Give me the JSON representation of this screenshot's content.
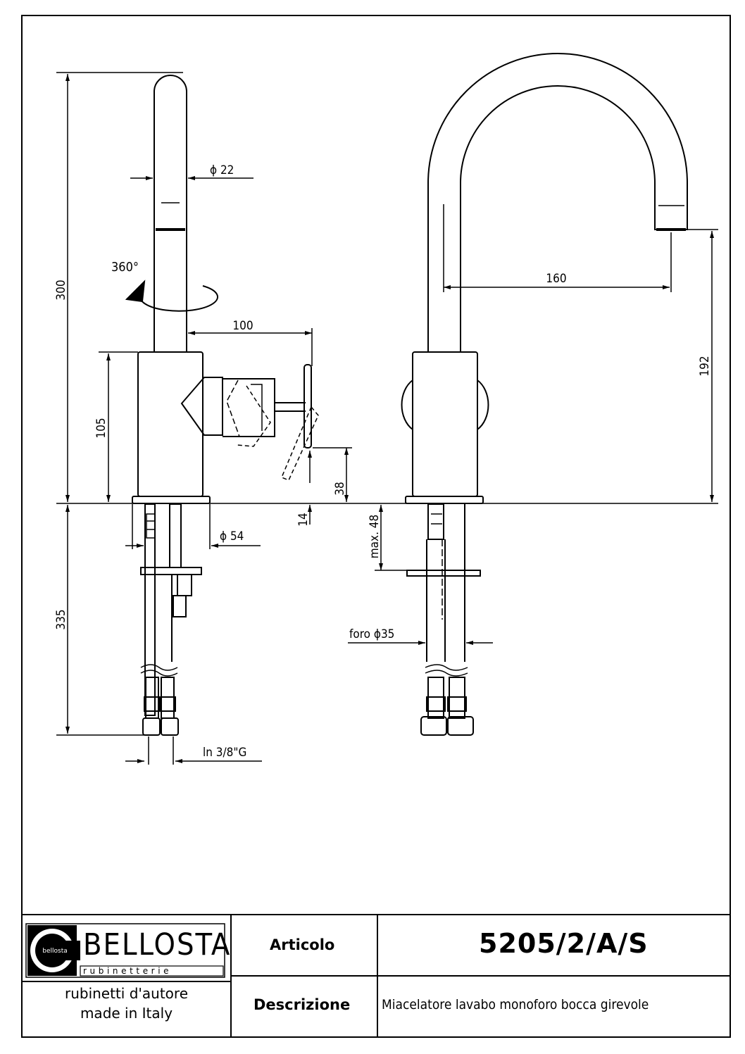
{
  "dimensions": {
    "height_total": "300",
    "rotation": "360°",
    "spout_diameter": "ϕ 22",
    "handle_reach": "100",
    "body_height": "105",
    "lever_drop": "38",
    "base_offset": "14",
    "base_diameter": "ϕ 54",
    "under_length": "335",
    "connector": "ln 3/8\"G",
    "spout_reach": "160",
    "spout_height": "192",
    "max_deck": "max. 48",
    "hole": "foro ϕ35"
  },
  "title_block": {
    "brand": "BELLOSTA",
    "brand_sub": "rubinetterie",
    "logo_text": "bellosta",
    "tagline_1": "rubinetti d'autore",
    "tagline_2": "made in Italy",
    "article_label": "Articolo",
    "article_code": "5205/2/A/S",
    "description_label": "Descrizione",
    "description": "Miacelatore lavabo monoforo bocca girevole"
  }
}
